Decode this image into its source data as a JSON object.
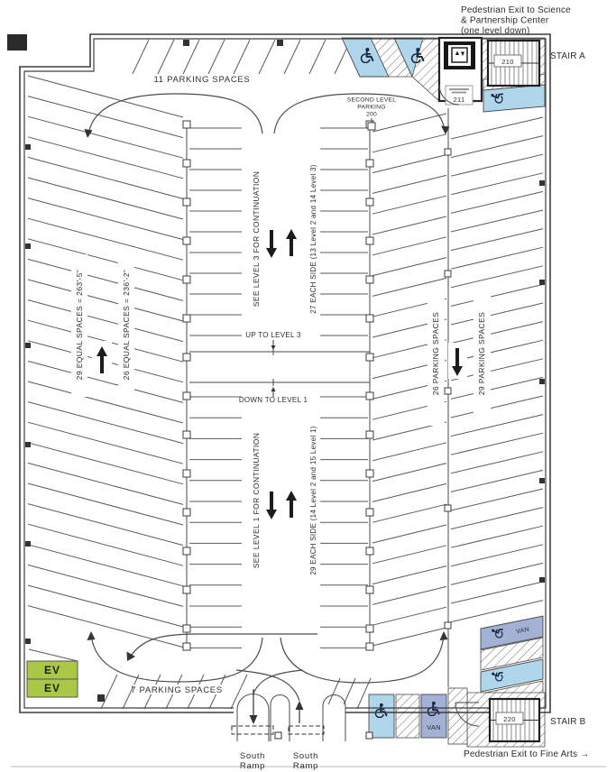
{
  "colors": {
    "accessible_blue": "#b0d6eb",
    "van_blue": "#a3b1d4",
    "ev_green": "#a9c845",
    "icon_dark": "#16283c"
  },
  "annotations": {
    "exit_science_1": "Pedestrian Exit to Science",
    "exit_science_2": "& Partnership Center",
    "exit_science_3": "(one level down)",
    "stair_a": "STAIR A",
    "stair_b": "STAIR B",
    "exit_fine_arts": "Pedestrian Exit to Fine Arts →"
  },
  "rooms": {
    "stair_a": "210",
    "elevator": "211",
    "stair_b": "220",
    "level": "200"
  },
  "parking": {
    "top_row": "11 PARKING SPACES",
    "bottom_row": "7 PARKING SPACES",
    "left_dim_outer": "29 EQUAL SPACES = 263'-5\"",
    "left_dim_inner": "26 EQUAL SPACES = 236'-2\"",
    "center_upper_note": "SEE LEVEL 3 FOR CONTINUATION",
    "center_upper_count": "27 EACH SIDE (13 Level 2 and 14 Level 3)",
    "center_lower_note": "SEE LEVEL 1 FOR CONTINUATION",
    "center_lower_count": "29 EACH SIDE (14 Level 2 and 15 Level 1)",
    "right_inner": "26 PARKING SPACES",
    "right_outer": "29 PARKING SPACES",
    "second_level_1": "SECOND LEVEL",
    "second_level_2": "PARKING",
    "ev": "EV",
    "van": "VAN"
  },
  "ramp": {
    "up": "UP TO LEVEL 3",
    "down": "DOWN TO LEVEL 1",
    "south_1": "South",
    "south_2": "Ramp"
  }
}
